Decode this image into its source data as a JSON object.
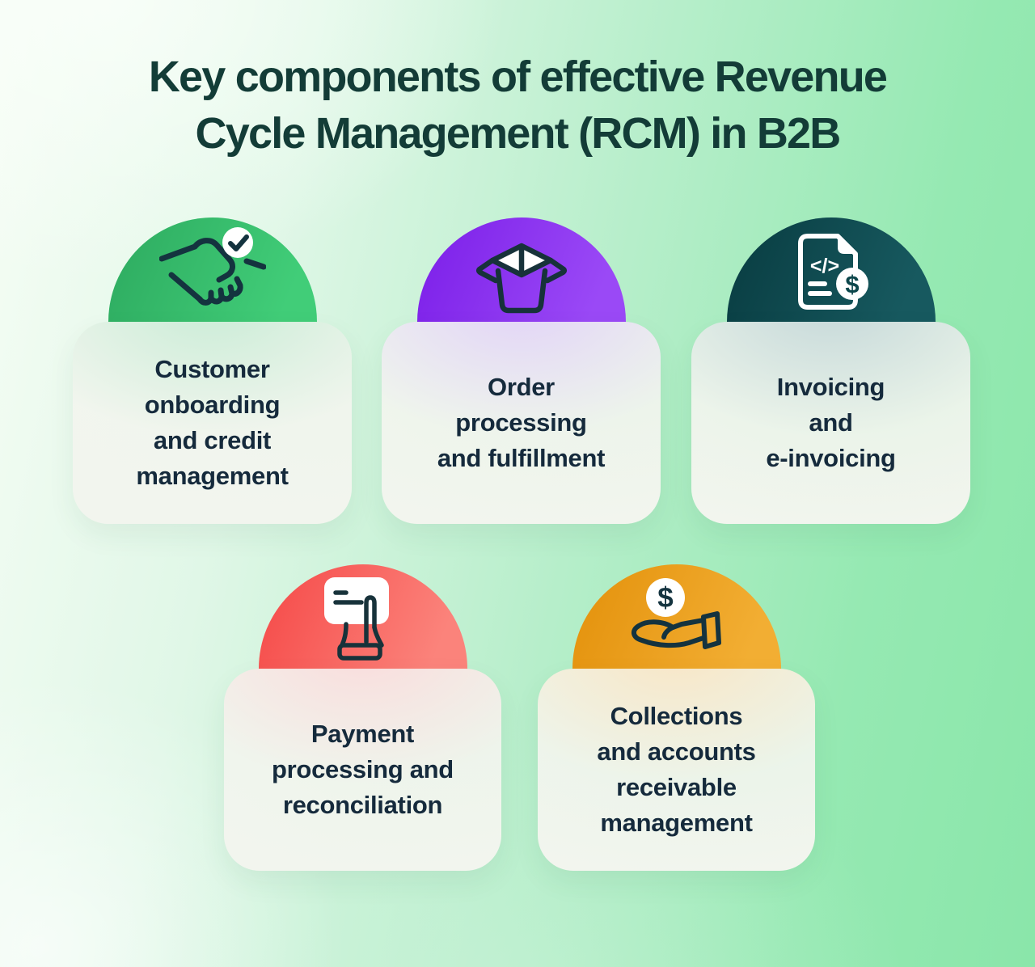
{
  "title": {
    "text": "Key components of effective Revenue Cycle Management (RCM) in B2B",
    "line1": "Key components of effective Revenue",
    "line2": "Cycle Management (RCM) in B2B",
    "color": "#133c37"
  },
  "icon_stroke_color": "#14333f",
  "card_text_color": "#152a3c",
  "cards": [
    {
      "label": "Customer onboarding and credit management",
      "lines": [
        "Customer",
        "onboarding",
        "and credit",
        "management"
      ],
      "icon": "handshake-check-icon",
      "colors": {
        "circle_from": "#2fae62",
        "circle_to": "#41cd78",
        "card_tint": "#c9ecd6"
      }
    },
    {
      "label": "Order processing and fulfillment",
      "lines": [
        "Order",
        "processing",
        "and fulfillment"
      ],
      "icon": "open-box-icon",
      "colors": {
        "circle_from": "#7f23ea",
        "circle_to": "#9a49f6",
        "card_tint": "#e2d3f8"
      }
    },
    {
      "label": "Invoicing and e-invoicing",
      "lines": [
        "Invoicing",
        "and",
        "e-invoicing"
      ],
      "icon": "e-invoice-document-icon",
      "colors": {
        "circle_from": "#0a3f44",
        "circle_to": "#17595f",
        "card_tint": "#c5d8d9"
      }
    },
    {
      "label": "Payment processing and reconciliation",
      "lines": [
        "Payment",
        "processing and",
        "reconciliation"
      ],
      "icon": "card-in-hand-icon",
      "colors": {
        "circle_from": "#f64f4d",
        "circle_to": "#fb837b",
        "card_tint": "#fadcdc"
      }
    },
    {
      "label": "Collections and accounts receivable management",
      "lines": [
        "Collections",
        "and accounts",
        "receivable",
        "management"
      ],
      "icon": "hand-receiving-dollar-icon",
      "colors": {
        "circle_from": "#e5940f",
        "circle_to": "#f2ae33",
        "card_tint": "#f9e6c5"
      }
    }
  ]
}
